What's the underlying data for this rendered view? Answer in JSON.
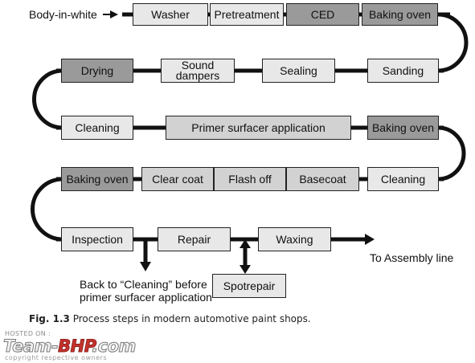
{
  "input_label": "Body-in-white",
  "row1": [
    "Washer",
    "Pretreatment",
    "CED",
    "Baking oven"
  ],
  "row2": [
    "Drying",
    "Sound\ndampers",
    "Sealing",
    "Sanding"
  ],
  "row3": [
    "Cleaning",
    "Primer surfacer application",
    "Baking oven"
  ],
  "row4": [
    "Baking oven",
    "Clear coat",
    "Flash off",
    "Basecoat",
    "Cleaning"
  ],
  "row5": [
    "Inspection",
    "Repair",
    "Waxing"
  ],
  "spotrepair": "Spotrepair",
  "output_label": "To Assembly line",
  "back_note": "Back to “Cleaning” before\nprimer surfacer application",
  "caption": {
    "fig": "Fig. 1.3",
    "text": "Process steps in modern automotive paint shops."
  },
  "watermark": {
    "hosted": "HOSTED ON :",
    "logo_a": "Team-",
    "logo_b": "BHP",
    "logo_c": ".com",
    "copyright": "copyright respective owners"
  },
  "colors": {
    "light_box": "#e8e8e8",
    "mid_box": "#d2d2d2",
    "dark_box": "#9a9a9a",
    "line": "#111111"
  }
}
